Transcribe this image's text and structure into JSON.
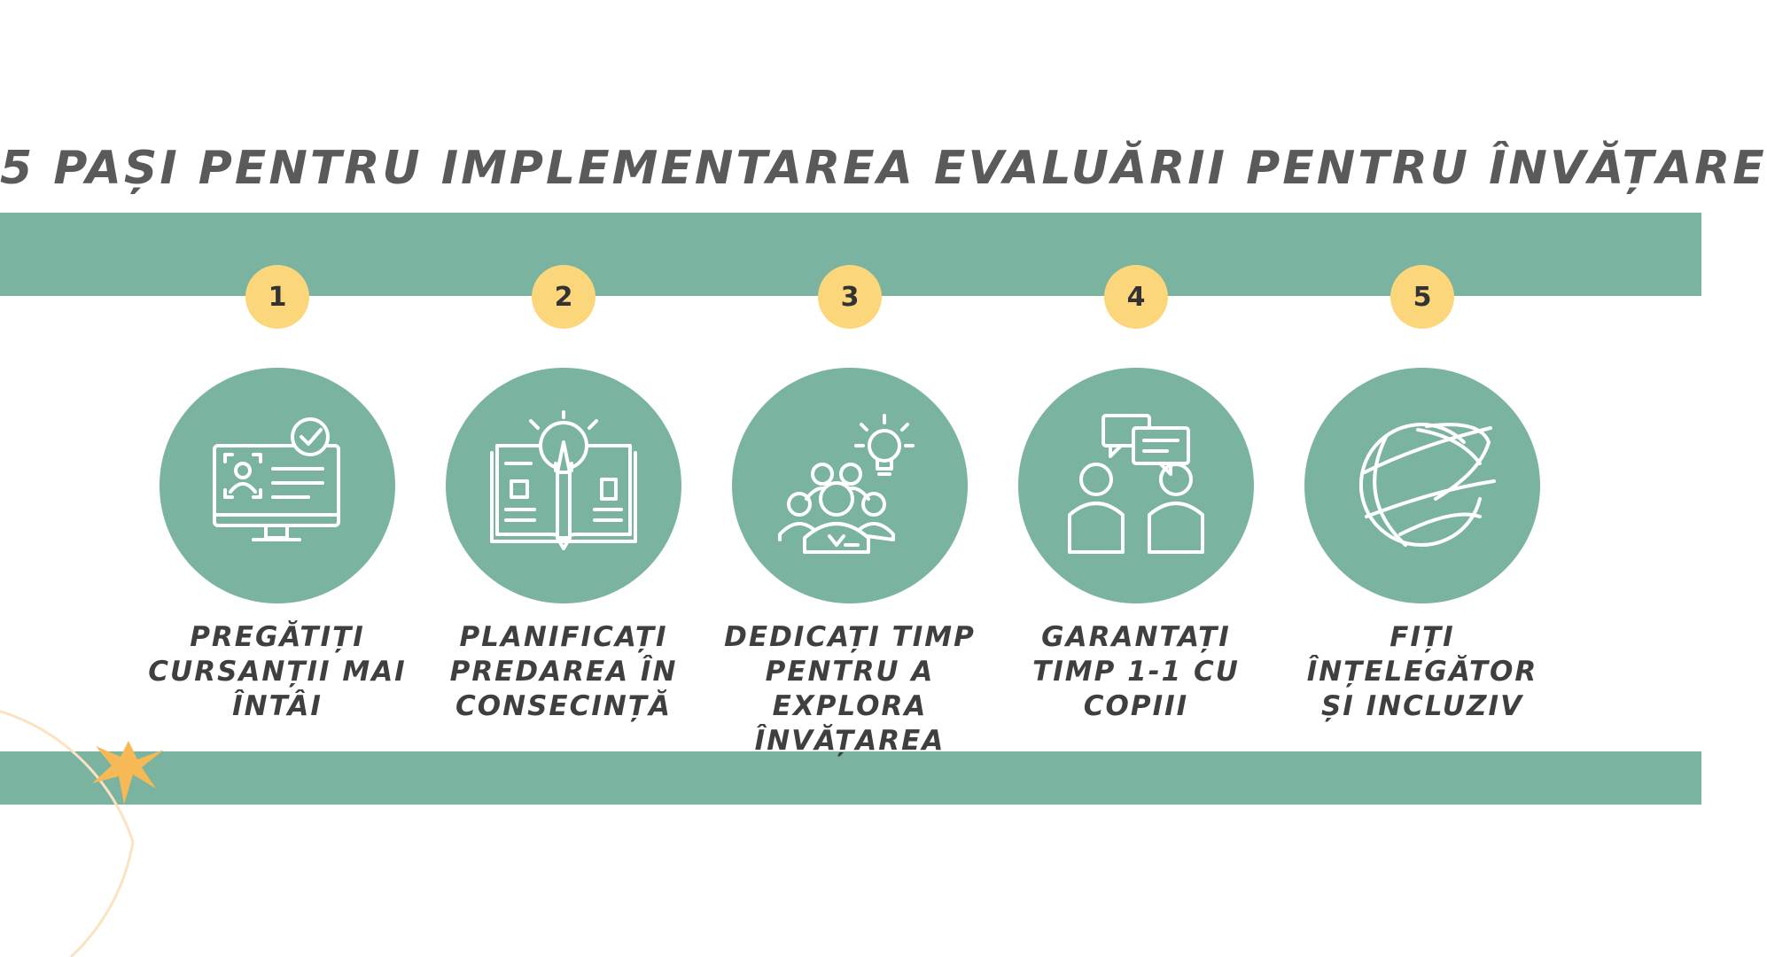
{
  "title": "5 PAȘI PENTRU IMPLEMENTAREA EVALUĂRII PENTRU ÎNVĂȚARE",
  "colors": {
    "band": "#7ab3a0",
    "badge": "#fbd67a",
    "title_text": "#5a5a5a",
    "label_text": "#3f3f3f",
    "icon_stroke": "#ffffff",
    "star": "#f7b955"
  },
  "steps": [
    {
      "number": "1",
      "icon": "computer-user-check-icon",
      "label": "PREGĂTIȚI\nCURSANȚII MAI\nÎNTÂI"
    },
    {
      "number": "2",
      "icon": "book-pencil-lightbulb-icon",
      "label": "PLANIFICAȚI\nPREDAREA ÎN\nCONSECINȚĂ"
    },
    {
      "number": "3",
      "icon": "group-idea-icon",
      "label": "DEDICAȚI TIMP\nPENTRU A EXPLORA\nÎNVĂȚAREA"
    },
    {
      "number": "4",
      "icon": "two-people-chat-icon",
      "label": "GARANTAȚI\nTIMP 1-1 CU\nCOPIII"
    },
    {
      "number": "5",
      "icon": "globe-icon",
      "label": "FIȚI ÎNȚELEGĂTOR\nȘI INCLUZIV"
    }
  ]
}
